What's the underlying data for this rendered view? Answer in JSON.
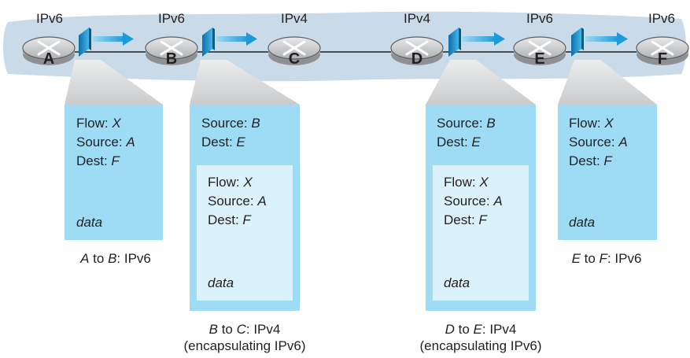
{
  "routers": [
    {
      "id": "A",
      "protocol": "IPv6"
    },
    {
      "id": "B",
      "protocol": "IPv6"
    },
    {
      "id": "C",
      "protocol": "IPv4"
    },
    {
      "id": "D",
      "protocol": "IPv4"
    },
    {
      "id": "E",
      "protocol": "IPv6"
    },
    {
      "id": "F",
      "protocol": "IPv6"
    }
  ],
  "packets": [
    {
      "outer": {
        "flow_label": "Flow: ",
        "flow": "X",
        "source_label": "Source: ",
        "source": "A",
        "dest_label": "Dest: ",
        "dest": "F",
        "data": "data"
      },
      "caption": {
        "from": "A",
        "to_word": " to ",
        "to": "B",
        "proto": ": IPv6"
      }
    },
    {
      "outer": {
        "source_label": "Source: ",
        "source": "B",
        "dest_label": "Dest: ",
        "dest": "E"
      },
      "inner": {
        "flow_label": "Flow: ",
        "flow": "X",
        "source_label": "Source: ",
        "source": "A",
        "dest_label": "Dest: ",
        "dest": "F",
        "data": "data"
      },
      "caption": {
        "from": "B",
        "to_word": " to ",
        "to": "C",
        "proto": ": IPv4",
        "note": "(encapsulating IPv6)"
      }
    },
    {
      "outer": {
        "source_label": "Source: ",
        "source": "B",
        "dest_label": "Dest: ",
        "dest": "E"
      },
      "inner": {
        "flow_label": "Flow: ",
        "flow": "X",
        "source_label": "Source: ",
        "source": "A",
        "dest_label": "Dest: ",
        "dest": "F",
        "data": "data"
      },
      "caption": {
        "from": "D",
        "to_word": " to ",
        "to": "E",
        "proto": ": IPv4",
        "note": "(encapsulating IPv6)"
      }
    },
    {
      "outer": {
        "flow_label": "Flow: ",
        "flow": "X",
        "source_label": "Source: ",
        "source": "A",
        "dest_label": "Dest: ",
        "dest": "F",
        "data": "data"
      },
      "caption": {
        "from": "E",
        "to_word": " to ",
        "to": "F",
        "proto": ": IPv6"
      }
    }
  ],
  "colors": {
    "band": "#c9dbe8",
    "packet_outer": "#9edcf5",
    "packet_inner": "#dbf1fb",
    "funnel": "#d4d6d8",
    "router_body": "#b5b7ba",
    "arrow": "#2fa7dc",
    "packet_icon": "#1e9ad6"
  }
}
